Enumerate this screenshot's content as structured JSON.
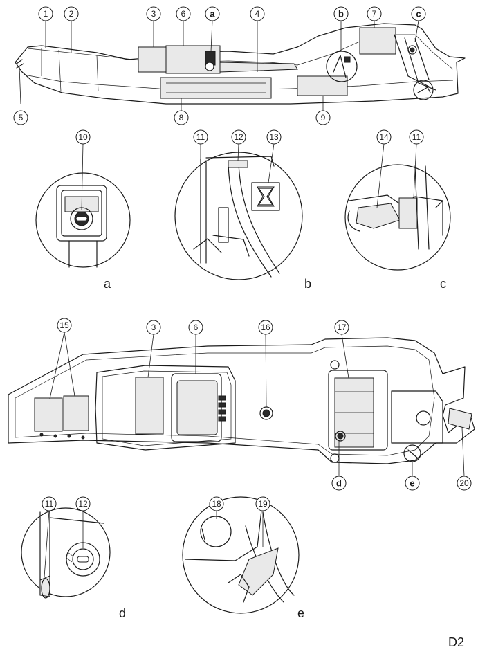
{
  "figure_code": "D2",
  "callouts": {
    "c1": "1",
    "c2": "2",
    "c3": "3",
    "c4": "4",
    "c5": "5",
    "c6": "6",
    "c7": "7",
    "c8": "8",
    "c9": "9",
    "c10": "10",
    "c11": "11",
    "c12": "12",
    "c13": "13",
    "c14": "14",
    "c15": "15",
    "c16": "16",
    "c17": "17",
    "c18": "18",
    "c19": "19",
    "c20": "20"
  },
  "detail_markers": {
    "a": "a",
    "b": "b",
    "c": "c",
    "d": "d",
    "e": "e"
  },
  "detail_labels": {
    "a": "a",
    "b": "b",
    "c": "c",
    "d": "d",
    "e": "e"
  }
}
